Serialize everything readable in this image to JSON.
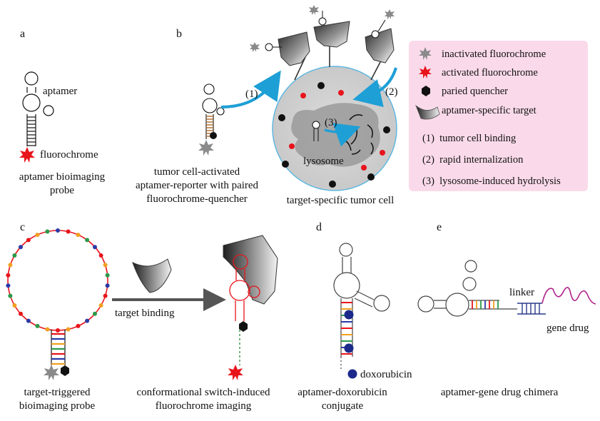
{
  "panels": {
    "a": {
      "letter": "a",
      "aptamer_label": "aptamer",
      "fluorochrome_label": "fluorochrome",
      "caption": [
        "aptamer bioimaging",
        "probe"
      ]
    },
    "b": {
      "letter": "b",
      "step1": "(1)",
      "step2": "(2)",
      "step3": "(3)",
      "lysosome_label": "lysosome",
      "caption_left": [
        "tumor cell-activated",
        "aptamer-reporter with paired",
        "fluorochrome-quencher"
      ],
      "caption_right": "target-specific tumor cell"
    },
    "c": {
      "letter": "c",
      "arrow_label": "target binding",
      "caption_left": [
        "target-triggered",
        "bioimaging probe"
      ],
      "caption_right": [
        "conformational switch-induced",
        "fluorochrome imaging"
      ]
    },
    "d": {
      "letter": "d",
      "legend_label": "doxorubicin",
      "caption": [
        "aptamer-doxorubicin",
        "conjugate"
      ]
    },
    "e": {
      "letter": "e",
      "linker_label": "linker",
      "gene_label": "gene drug",
      "caption": "aptamer-gene drug chimera"
    }
  },
  "legend": {
    "items": [
      {
        "icon": "gray-star-icon",
        "label": "inactivated fluorochrome"
      },
      {
        "icon": "red-star-icon",
        "label": "activated fluorochrome"
      },
      {
        "icon": "black-hexagon-icon",
        "label": "paried quencher"
      },
      {
        "icon": "target-shape-icon",
        "label": "aptamer-specific target"
      },
      {
        "icon": "",
        "label": "(1)  tumor cell binding"
      },
      {
        "icon": "",
        "label": "(2)  rapid internalization"
      },
      {
        "icon": "",
        "label": "(3)  lysosome-induced hydrolysis"
      }
    ]
  },
  "colors": {
    "legend_bg": "#fadaea",
    "cell_fill": "#d6d6d6",
    "cell_border": "#5fb8e0",
    "arrow_blue": "#1e9fd6",
    "activated_red": "#e8141c",
    "doxorubicin_blue": "#1b2a8a",
    "gene_purple": "#b0208a"
  }
}
